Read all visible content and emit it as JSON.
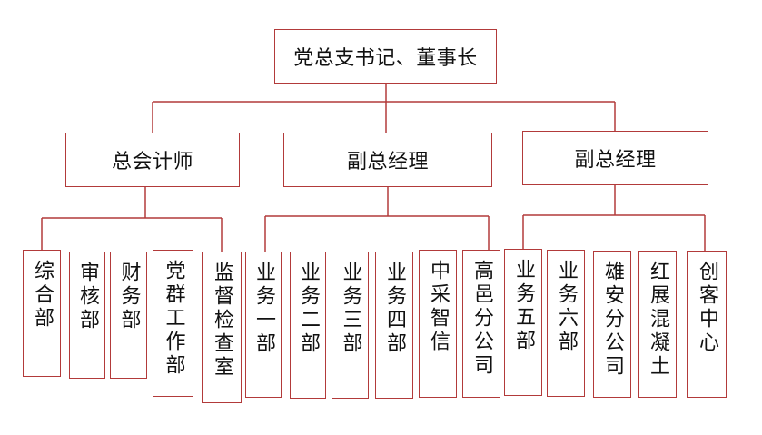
{
  "chart": {
    "top": "党总支书记、董事长",
    "level2": [
      "总会计师",
      "副总经理",
      "副总经理"
    ],
    "group1": [
      "综合部",
      "审核部",
      "财务部",
      "党群工作部",
      "监督检查室"
    ],
    "group2": [
      "业务一部",
      "业务二部",
      "业务三部",
      "业务四部",
      "中采智信",
      "高邑分公司"
    ],
    "group3": [
      "业务五部",
      "业务六部",
      "雄安分公司",
      "红展混凝土",
      "创客中心"
    ]
  },
  "colors": {
    "border": "#b23a3a",
    "line": "#b23a3a",
    "text": "#111111"
  }
}
